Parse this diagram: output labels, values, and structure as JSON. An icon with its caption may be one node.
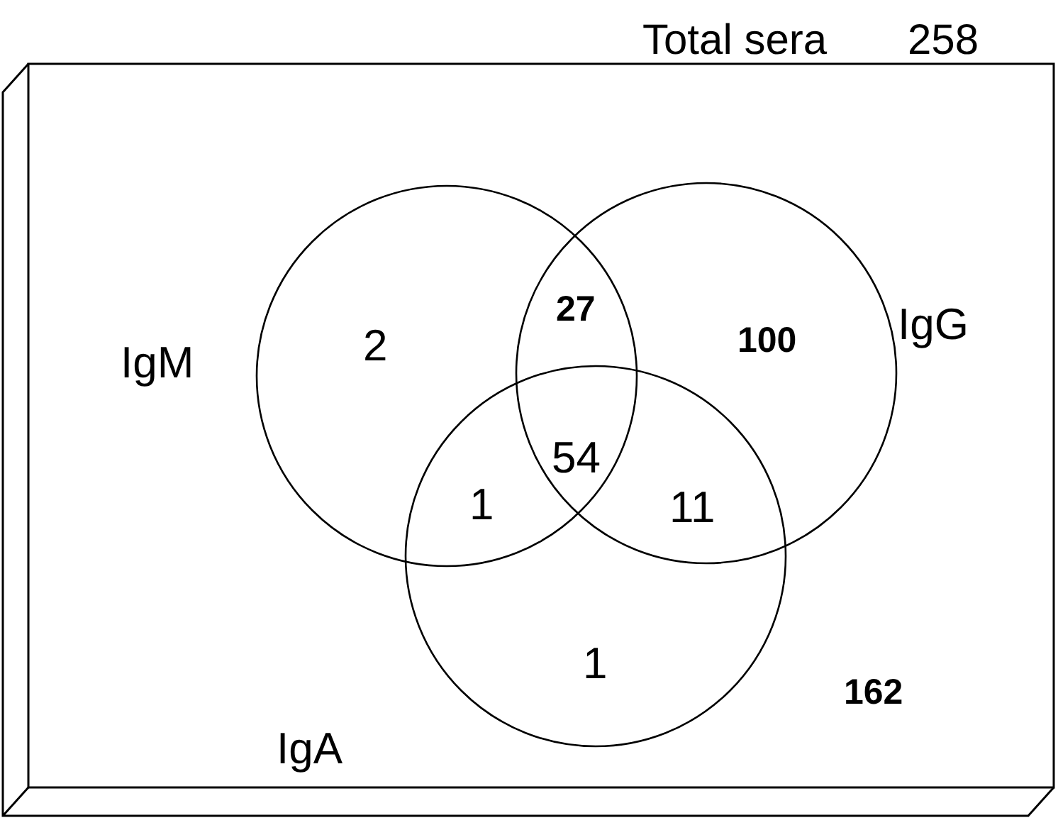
{
  "diagram": {
    "title": "Total sera",
    "nodes": [
      {
        "text": [],
        "shape": "box"
      },
      {
        "text": [
          "IgM"
        ],
        "in": 0
      },
      {
        "text": [
          "IgG"
        ],
        "in": 0
      },
      {
        "text": [
          "IgA"
        ],
        "in": 0
      }
    ],
    "labels": [
      "258",
      "2",
      "27",
      "100",
      "54",
      "1",
      "11",
      "1",
      "162"
    ]
  }
}
